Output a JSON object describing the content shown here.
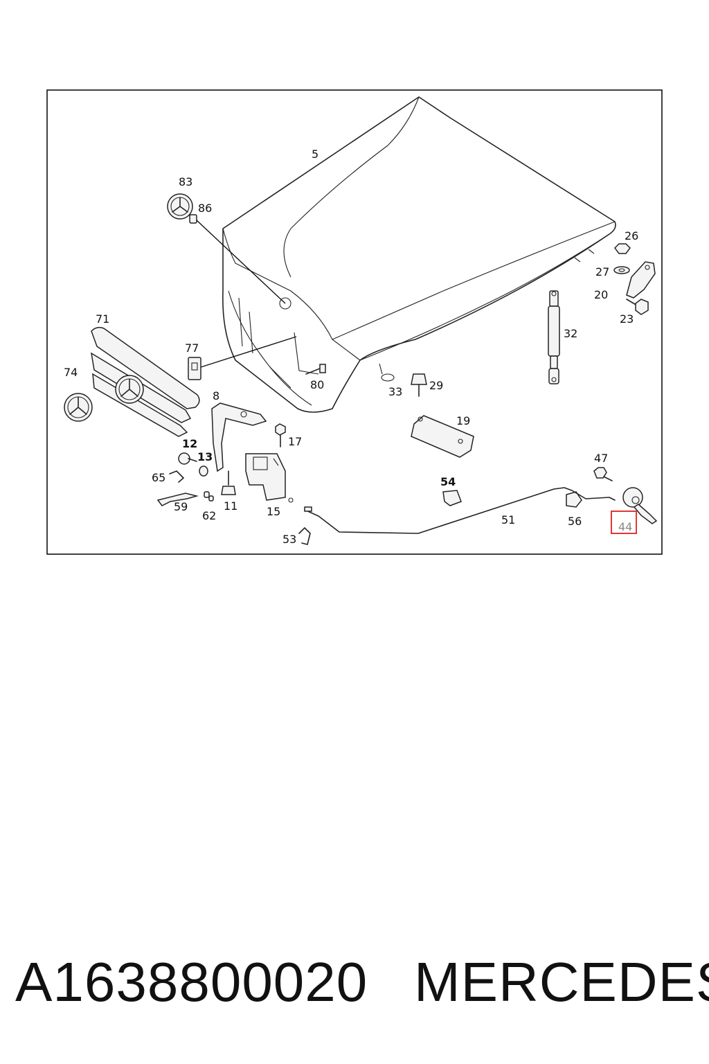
{
  "diagram": {
    "callouts": {
      "c5": "5",
      "c83": "83",
      "c86": "86",
      "c26": "26",
      "c27": "27",
      "c20": "20",
      "c23": "23",
      "c71": "71",
      "c74": "74",
      "c77": "77",
      "c80": "80",
      "c32": "32",
      "c33": "33",
      "c29": "29",
      "c8": "8",
      "c17": "17",
      "c19": "19",
      "c12": "12",
      "c13": "13",
      "c65": "65",
      "c11": "11",
      "c15": "15",
      "c59": "59",
      "c62": "62",
      "c54": "54",
      "c47": "47",
      "c51": "51",
      "c56": "56",
      "c53": "53",
      "c44": "44"
    },
    "highlight_color": "#e02020"
  },
  "footer": {
    "part_number": "A1638800020",
    "brand": "MERCEDES"
  }
}
